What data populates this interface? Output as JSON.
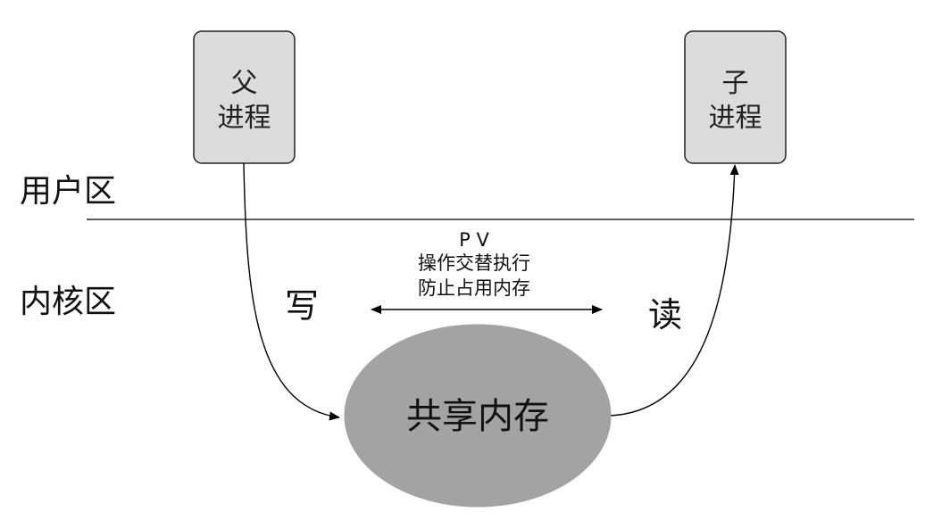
{
  "parent_process": {
    "line1": "父",
    "line2": "进程"
  },
  "child_process": {
    "line1": "子",
    "line2": "进程"
  },
  "zones": {
    "user": "用户区",
    "kernel": "内核区"
  },
  "operations": {
    "write": "写",
    "read": "读"
  },
  "note": {
    "line1": "P V",
    "line2": "操作交替执行",
    "line3": "防止占用内存"
  },
  "shared_memory": "共享内存",
  "colors": {
    "process_box": "#dcdcdc",
    "shared_memory": "#a3a3a3",
    "line": "#000000"
  }
}
